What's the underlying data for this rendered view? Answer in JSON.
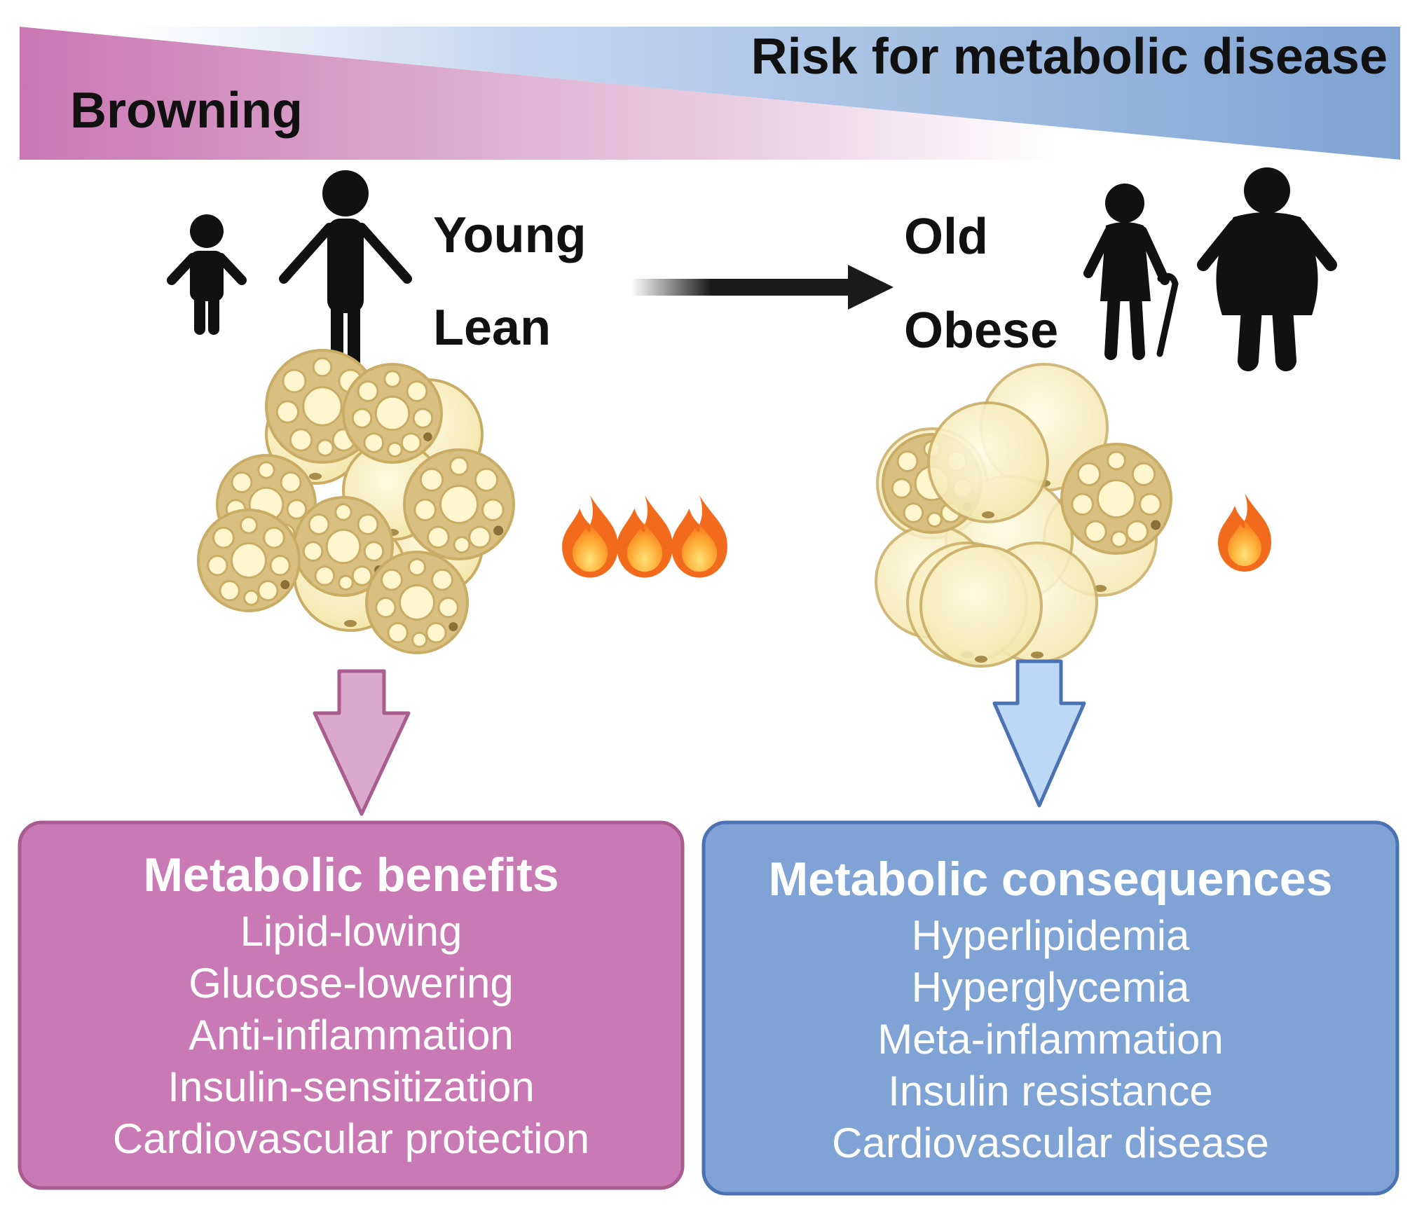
{
  "header": {
    "browning_label": "Browning",
    "risk_label": "Risk for metabolic disease",
    "browning_color": "#c977b3",
    "risk_color": "#7fa3d4"
  },
  "left_group": {
    "labels": [
      "Young",
      "Lean"
    ],
    "icons": [
      "child-icon",
      "lean-adult-icon"
    ],
    "flame_count": 3,
    "cell_type": "beige-adipocyte-cluster"
  },
  "right_group": {
    "labels": [
      "Old",
      "Obese"
    ],
    "icons": [
      "elderly-with-cane-icon",
      "obese-adult-icon"
    ],
    "flame_count": 1,
    "cell_type": "white-adipocyte-cluster"
  },
  "benefits": {
    "title": "Metabolic benefits",
    "items": [
      "Lipid-lowing",
      "Glucose-lowering",
      "Anti-inflammation",
      "Insulin-sensitization",
      "Cardiovascular protection"
    ],
    "fill": "#c97ab4",
    "stroke": "#a85c8f",
    "arrow_fill": "#dba9cb"
  },
  "consequences": {
    "title": "Metabolic consequences",
    "items": [
      "Hyperlipidemia",
      "Hyperglycemia",
      "Meta-inflammation",
      "Insulin resistance",
      "Cardiovascular disease"
    ],
    "fill": "#7fa3d4",
    "stroke": "#4b72b3",
    "arrow_fill": "#bcd8f4"
  }
}
